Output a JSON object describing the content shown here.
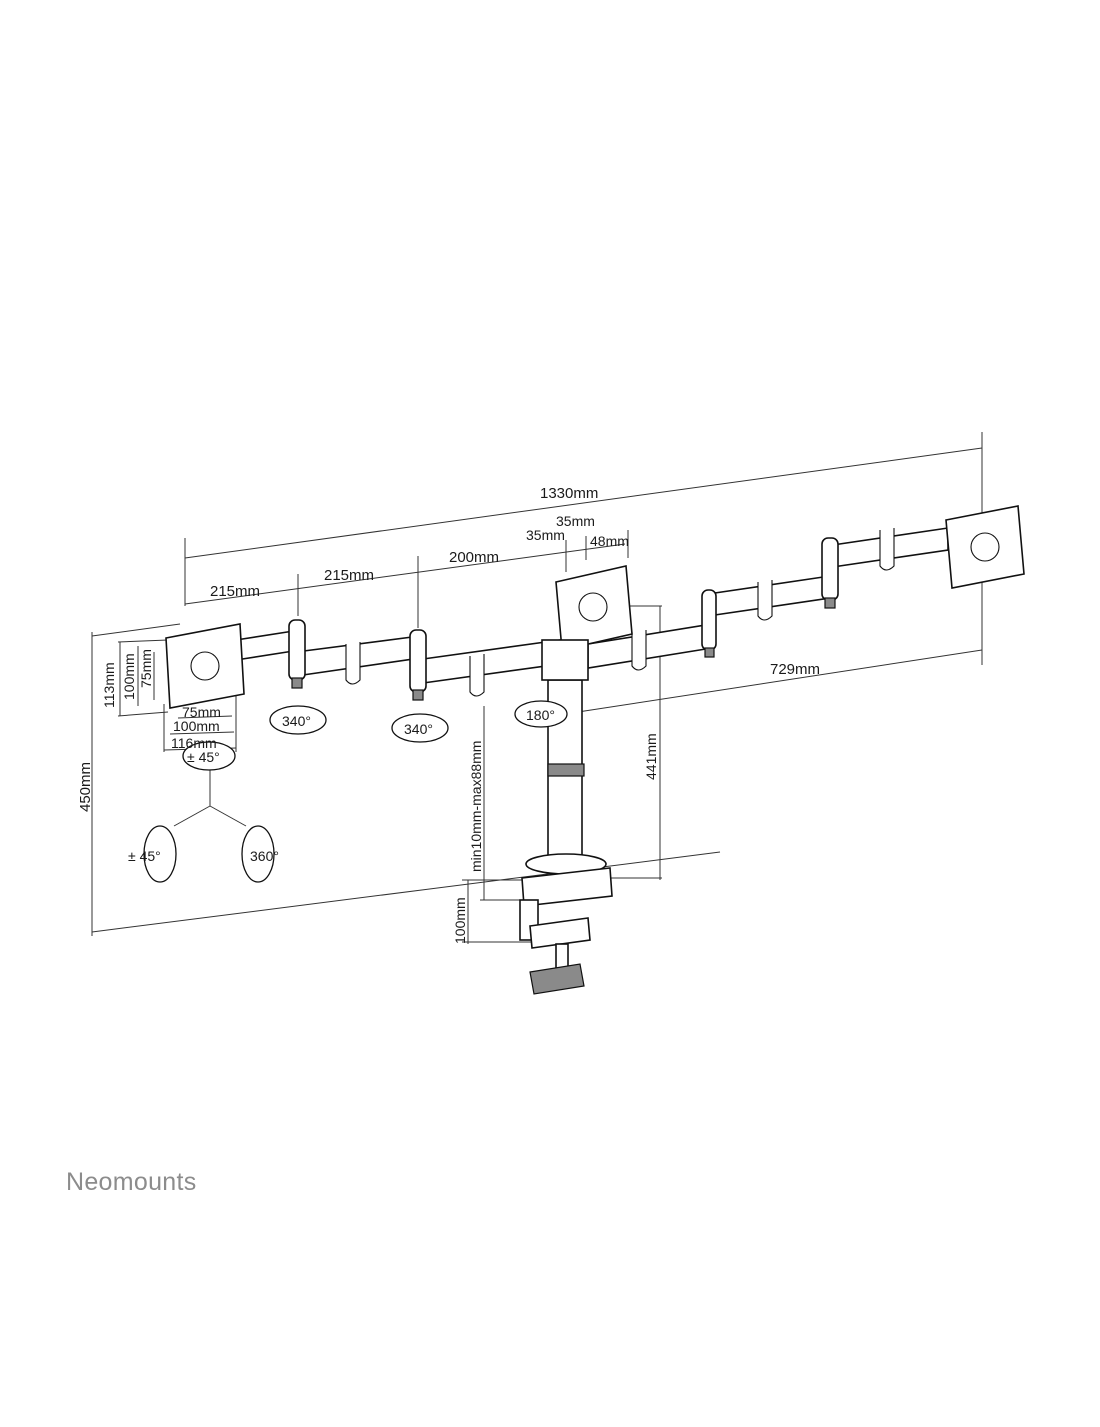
{
  "brand": {
    "name": "Neomounts"
  },
  "dimensions": {
    "total_width": "1330mm",
    "arm_segment_1": "215mm",
    "arm_segment_2": "215mm",
    "arm_segment_3": "200mm",
    "vesa_offset_a": "35mm",
    "vesa_offset_b": "35mm",
    "vesa_offset_c": "48mm",
    "right_arm_length": "729mm",
    "overall_height": "450mm",
    "pole_height": "441mm",
    "desk_thickness": "min10mm-max88mm",
    "clamp_depth": "100mm",
    "plate_h_113": "113mm",
    "plate_h_100": "100mm",
    "plate_h_75": "75mm",
    "plate_w_75": "75mm",
    "plate_w_100": "100mm",
    "plate_w_116": "116mm"
  },
  "rotations": {
    "swivel_left": "340°",
    "swivel_mid": "340°",
    "swivel_center": "180°",
    "tilt": "± 45°",
    "pivot_side": "± 45°",
    "rotate": "360°"
  }
}
